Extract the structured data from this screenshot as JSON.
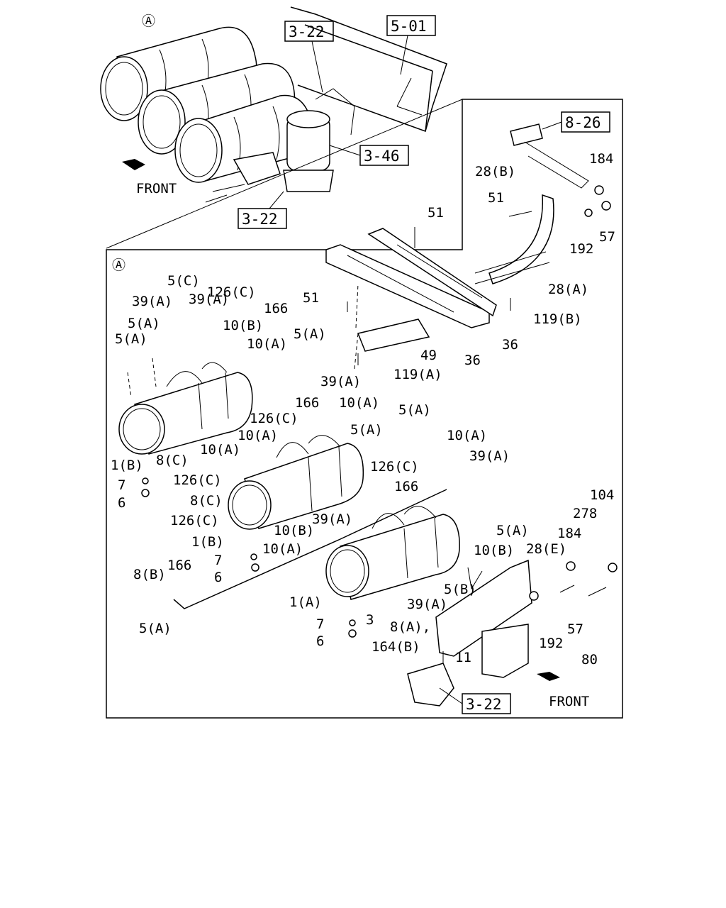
{
  "overview": {
    "marker": "A",
    "refs": [
      "3-22",
      "5-01",
      "3-46",
      "3-22"
    ],
    "front_label": "FRONT"
  },
  "detail": {
    "marker": "A",
    "refs": [
      "8-26",
      "3-22"
    ],
    "front_label": "FRONT",
    "callouts": [
      "184",
      "28(B)",
      "51",
      "51",
      "57",
      "192",
      "28(A)",
      "119(B)",
      "36",
      "36",
      "49",
      "119(A)",
      "51",
      "166",
      "126(C)",
      "5(C)",
      "39(A)",
      "39(A)",
      "5(A)",
      "5(A)",
      "10(B)",
      "10(A)",
      "5(A)",
      "39(A)",
      "166",
      "10(A)",
      "126(C)",
      "5(A)",
      "5(A)",
      "10(A)",
      "10(A)",
      "10(A)",
      "39(A)",
      "8(C)",
      "126(C)",
      "1(B)",
      "7",
      "6",
      "126(C)",
      "166",
      "8(C)",
      "126(C)",
      "10(B)",
      "39(A)",
      "1(B)",
      "10(A)",
      "5(A)",
      "10(B)",
      "7",
      "6",
      "166",
      "8(B)",
      "5(A)",
      "28(E)",
      "184",
      "278",
      "104",
      "1(A)",
      "3",
      "8(A),",
      "39(A)",
      "5(B)",
      "192",
      "57",
      "7",
      "6",
      "164(B)",
      "11",
      "80"
    ]
  }
}
